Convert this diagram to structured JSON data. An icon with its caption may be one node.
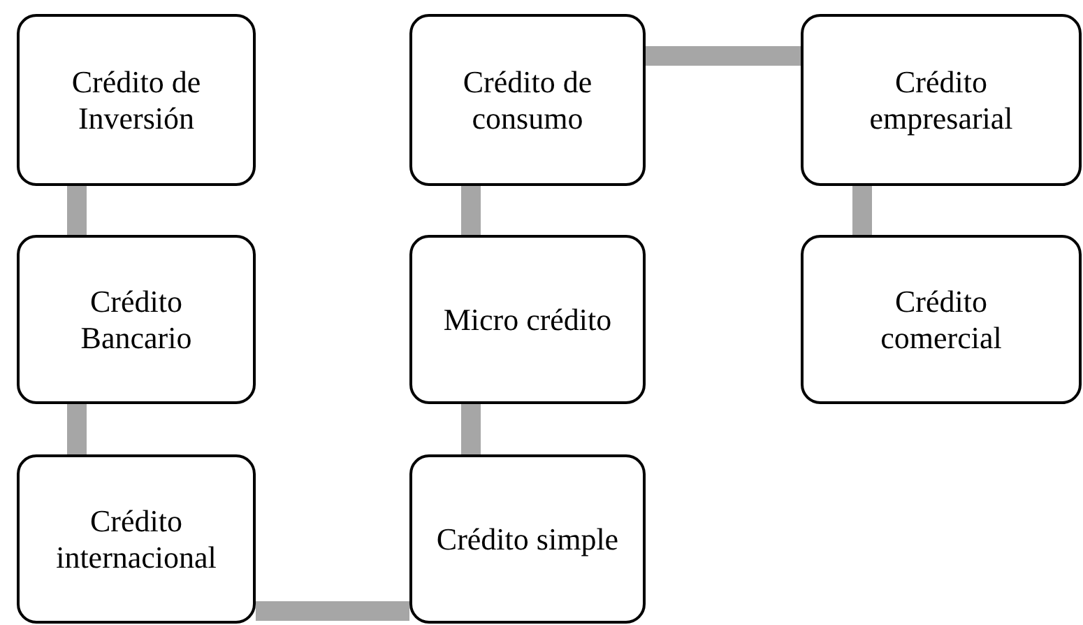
{
  "diagram": {
    "nodes": [
      {
        "text": [
          "Crédito de Inversión"
        ]
      },
      {
        "text": [
          "Crédito Bancario"
        ]
      },
      {
        "text": [
          "Crédito internacional"
        ]
      },
      {
        "text": [
          "Crédito simple"
        ]
      },
      {
        "text": [
          "Micro crédito"
        ]
      },
      {
        "text": [
          "Crédito de consumo"
        ]
      },
      {
        "text": [
          "Crédito empresarial"
        ]
      },
      {
        "text": [
          "Crédito comercial"
        ]
      }
    ],
    "edges": [
      {
        "from": 0,
        "to": 1,
        "arrow": "none"
      },
      {
        "from": 1,
        "to": 2,
        "arrow": "none"
      },
      {
        "from": 2,
        "to": 3,
        "arrow": "none"
      },
      {
        "from": 3,
        "to": 4,
        "arrow": "none"
      },
      {
        "from": 4,
        "to": 5,
        "arrow": "none"
      },
      {
        "from": 5,
        "to": 6,
        "arrow": "none"
      },
      {
        "from": 6,
        "to": 7,
        "arrow": "none"
      }
    ]
  }
}
